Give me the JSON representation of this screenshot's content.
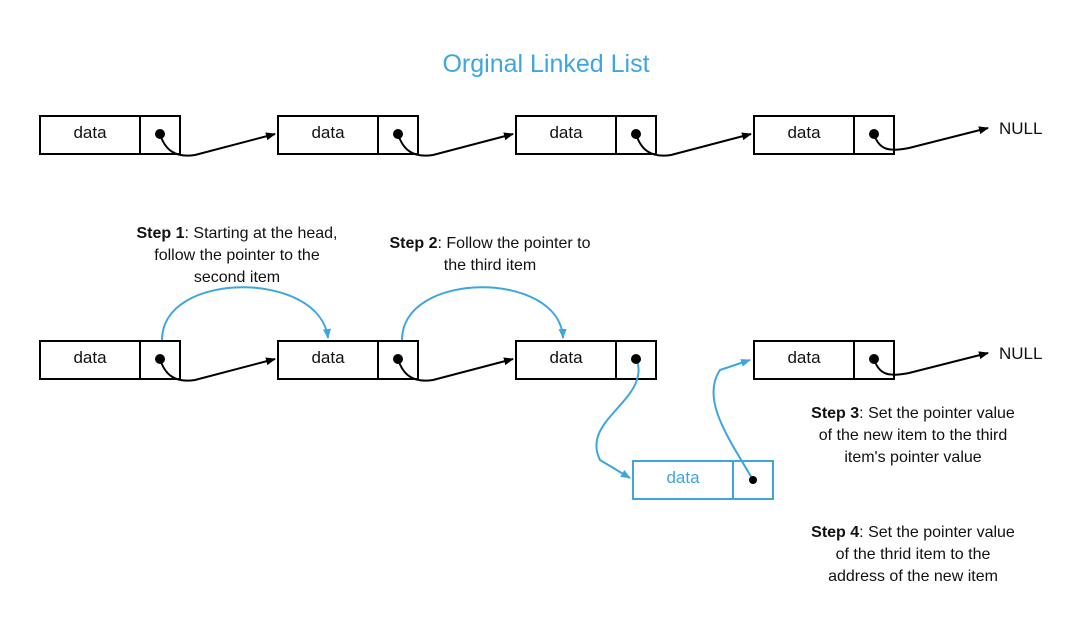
{
  "title": "Orginal Linked List",
  "colors": {
    "accent": "#3ea6de",
    "line": "#000000"
  },
  "original_list": {
    "nodes": [
      {
        "label": "data"
      },
      {
        "label": "data"
      },
      {
        "label": "data"
      },
      {
        "label": "data"
      }
    ],
    "terminator": "NULL"
  },
  "insertion_list": {
    "nodes": [
      {
        "label": "data"
      },
      {
        "label": "data"
      },
      {
        "label": "data"
      },
      {
        "label": "data"
      }
    ],
    "new_node": {
      "label": "data"
    },
    "terminator": "NULL"
  },
  "steps": [
    {
      "label": "Step 1",
      "text": ": Starting at the head,",
      "lines": [
        "follow the pointer to the",
        "second item"
      ]
    },
    {
      "label": "Step 2",
      "text": ": Follow the pointer to",
      "lines": [
        "the third item"
      ]
    },
    {
      "label": "Step 3",
      "text": ": Set the pointer value",
      "lines": [
        "of the new item to the third",
        "item's pointer value"
      ]
    },
    {
      "label": "Step 4",
      "text": ": Set the pointer value",
      "lines": [
        "of the thrid item to the",
        "address of the new item"
      ]
    }
  ]
}
